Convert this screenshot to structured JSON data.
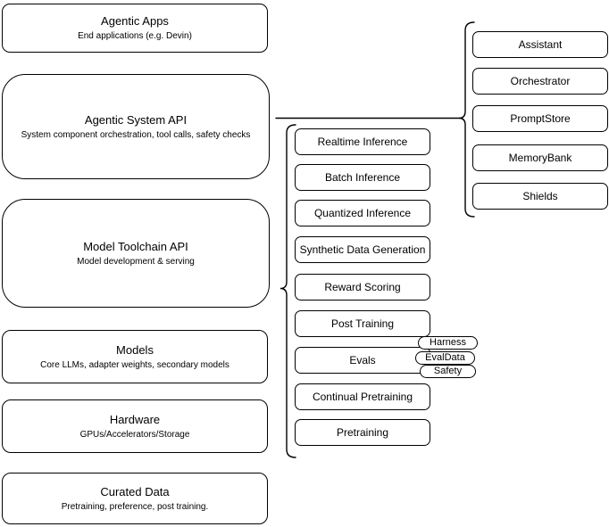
{
  "diagram": {
    "left_boxes": [
      {
        "title": "Agentic Apps",
        "subtitle": "End applications (e.g. Devin)"
      },
      {
        "title": "Agentic System API",
        "subtitle": "System component orchestration, tool calls, safety checks"
      },
      {
        "title": "Model Toolchain API",
        "subtitle": "Model development & serving"
      },
      {
        "title": "Models",
        "subtitle": "Core LLMs, adapter weights, secondary models"
      },
      {
        "title": "Hardware",
        "subtitle": "GPUs/Accelerators/Storage"
      },
      {
        "title": "Curated Data",
        "subtitle": "Pretraining, preference, post training."
      }
    ],
    "toolchain_components": [
      {
        "label": "Realtime Inference"
      },
      {
        "label": "Batch Inference"
      },
      {
        "label": "Quantized Inference"
      },
      {
        "label": "Synthetic Data Generation"
      },
      {
        "label": "Reward Scoring"
      },
      {
        "label": "Post Training"
      },
      {
        "label": "Evals"
      },
      {
        "label": "Continual Pretraining"
      },
      {
        "label": "Pretraining"
      }
    ],
    "eval_pills": [
      {
        "label": "Harness"
      },
      {
        "label": "EvalData"
      },
      {
        "label": "Safety"
      }
    ],
    "system_components": [
      {
        "label": "Assistant"
      },
      {
        "label": "Orchestrator"
      },
      {
        "label": "PromptStore"
      },
      {
        "label": "MemoryBank"
      },
      {
        "label": "Shields"
      }
    ],
    "colors": {
      "stroke": "#000000",
      "background": "#ffffff",
      "node_fill": "#ffffff"
    }
  }
}
